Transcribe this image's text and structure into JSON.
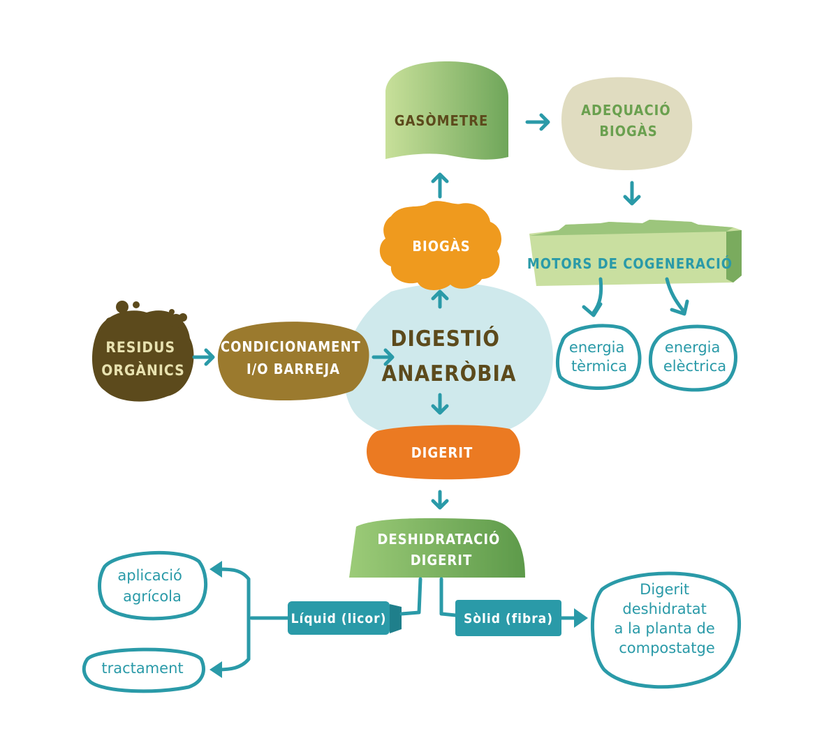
{
  "nodes": {
    "residus": [
      "RESIDUS",
      "ORGÀNICS"
    ],
    "condicionament": [
      "CONDICIONAMENT",
      "I/O BARREJA"
    ],
    "digestio": [
      "DIGESTIÓ",
      "ANAERÒBIA"
    ],
    "biogas": "BIOGÀS",
    "gasometre": "GASÒMETRE",
    "adequacio": [
      "ADEQUACIÓ",
      "BIOGÀS"
    ],
    "motors": "MOTORS DE COGENERACIÓ",
    "energia_termica": [
      "energia",
      "tèrmica"
    ],
    "energia_electrica": [
      "energia",
      "elèctrica"
    ],
    "digerit": "DIGERIT",
    "deshidratacio": [
      "DESHIDRATACIÓ",
      "DIGERIT"
    ],
    "liquid": "Líquid (licor)",
    "solid": "Sòlid (fibra)",
    "aplicacio": [
      "aplicació",
      "agrícola"
    ],
    "tractament": "tractament",
    "digerit_deshidratat": [
      "Digerit",
      "deshidratat",
      "a la planta de",
      "compostatge"
    ]
  },
  "colors": {
    "teal": "#2a9aa8",
    "dark_brown": "#5c4a1c",
    "brown": "#9b7a2e",
    "light_blue": "#cfe9ec",
    "orange": "#ef9a1e",
    "dark_orange": "#eb7a22",
    "green": "#7aab5e",
    "light_green": "#c9dfa0",
    "beige": "#e0dcc0"
  }
}
